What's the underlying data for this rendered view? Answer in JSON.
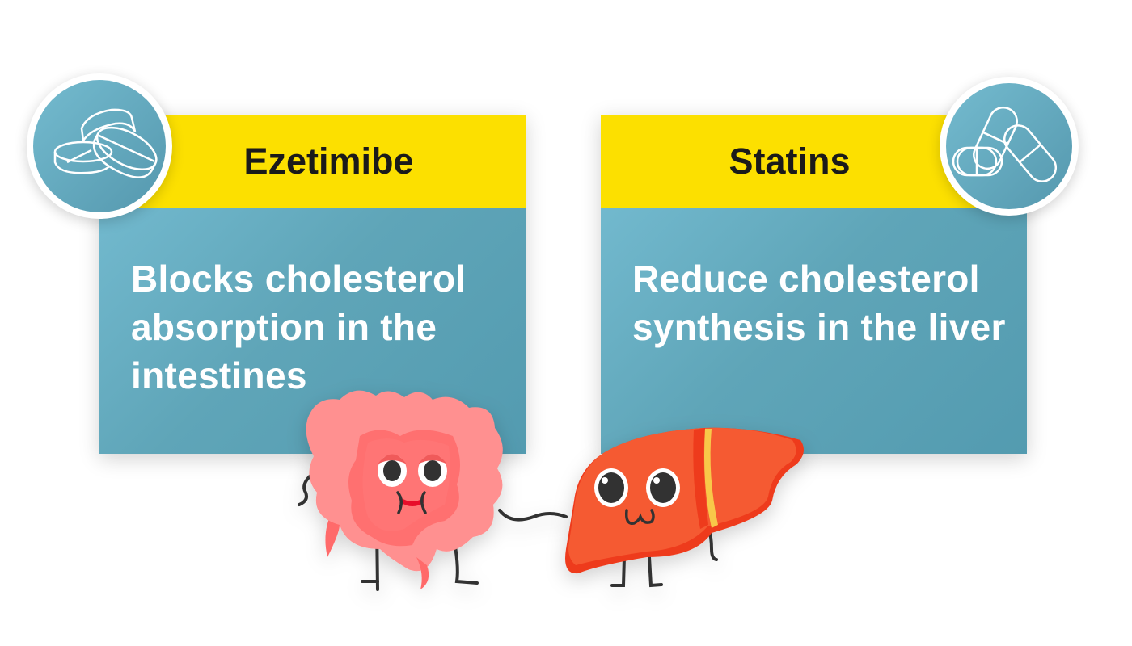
{
  "cards": [
    {
      "title": "Ezetimibe",
      "description": "Blocks cholesterol absorption in the intestines",
      "icon": "tablets-icon"
    },
    {
      "title": "Statins",
      "description": "Reduce cholesterol synthesis in the liver",
      "icon": "capsules-icon"
    }
  ],
  "colors": {
    "header": "#fce000",
    "body": "#5fa5b8",
    "intestine": "#ff8f8f",
    "liver": "#f55a30"
  }
}
